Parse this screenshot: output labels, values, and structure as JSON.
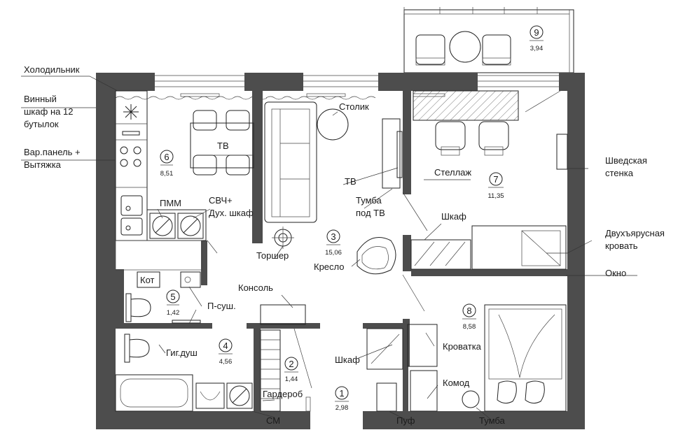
{
  "annotations": {
    "fridge": "Холодильник",
    "wine_line1": "Винный",
    "wine_line2": "шкаф на 12",
    "wine_line3": "бутылок",
    "hob_line1": "Вар.панель +",
    "hob_line2": "Вытяжка",
    "tv_kitchen": "ТВ",
    "pmm": "ПММ",
    "micro_line1": "СВЧ+",
    "micro_line2": "Дух. шкаф",
    "table": "Столик",
    "tv_living": "ТВ",
    "tv_stand_line1": "Тумба",
    "tv_stand_line2": "под ТВ",
    "shelf": "Стеллаж",
    "swedish_line1": "Шведская",
    "swedish_line2": "стенка",
    "wardrobe_kids": "Шкаф",
    "bunk_line1": "Двухъярусная",
    "bunk_line2": "кровать",
    "window": "Окно",
    "floor_lamp": "Торшер",
    "armchair": "Кресло",
    "boiler": "Кот",
    "towel_dryer": "П-суш.",
    "console": "Консоль",
    "hygiene_shower": "Гиг.душ",
    "wardrobe_bed": "Шкаф",
    "crib": "Кроватка",
    "dresser": "Комод",
    "closet": "Гардероб",
    "washer": "СМ",
    "pouf": "Пуф",
    "nightstand": "Тумба"
  },
  "rooms": [
    {
      "number": "1",
      "area": "2,98"
    },
    {
      "number": "2",
      "area": "1,44"
    },
    {
      "number": "3",
      "area": "15,06"
    },
    {
      "number": "4",
      "area": "4,56"
    },
    {
      "number": "5",
      "area": "1,42"
    },
    {
      "number": "6",
      "area": "8,51"
    },
    {
      "number": "7",
      "area": "11,35"
    },
    {
      "number": "8",
      "area": "8,58"
    },
    {
      "number": "9",
      "area": "3,94"
    }
  ]
}
